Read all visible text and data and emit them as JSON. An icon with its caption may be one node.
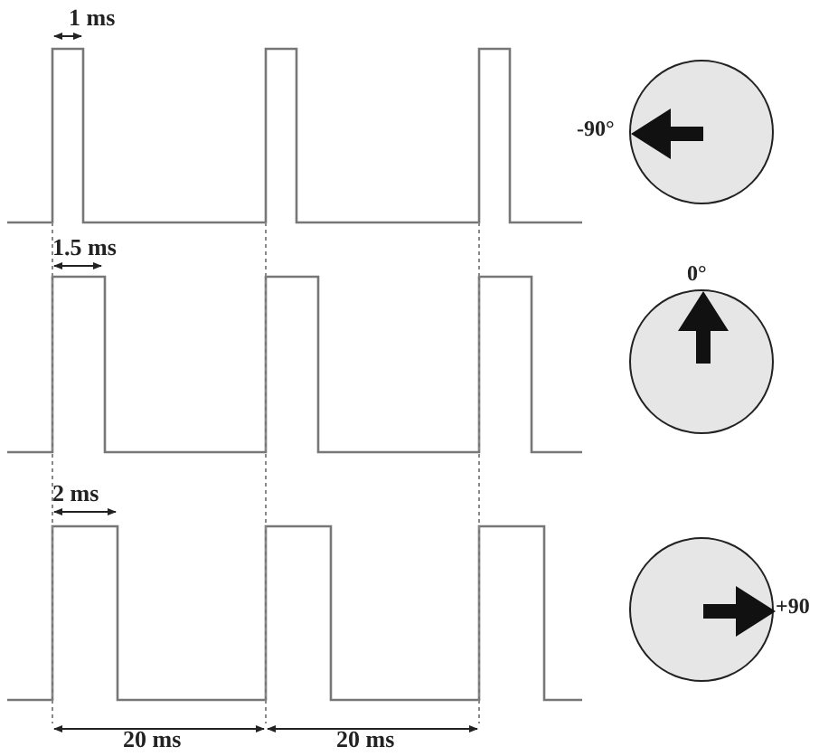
{
  "diagram": {
    "nodes": [
      {
        "text": [],
        "shape": "circle",
        "beside": [
          "-90°"
        ]
      },
      {
        "text": [],
        "shape": "circle",
        "beside": [
          "0°"
        ]
      },
      {
        "text": [],
        "shape": "circle",
        "beside": [
          "+90"
        ]
      }
    ],
    "labels": [
      "1 ms",
      "1.5 ms",
      "2 ms",
      "20 ms",
      "20 ms"
    ]
  }
}
